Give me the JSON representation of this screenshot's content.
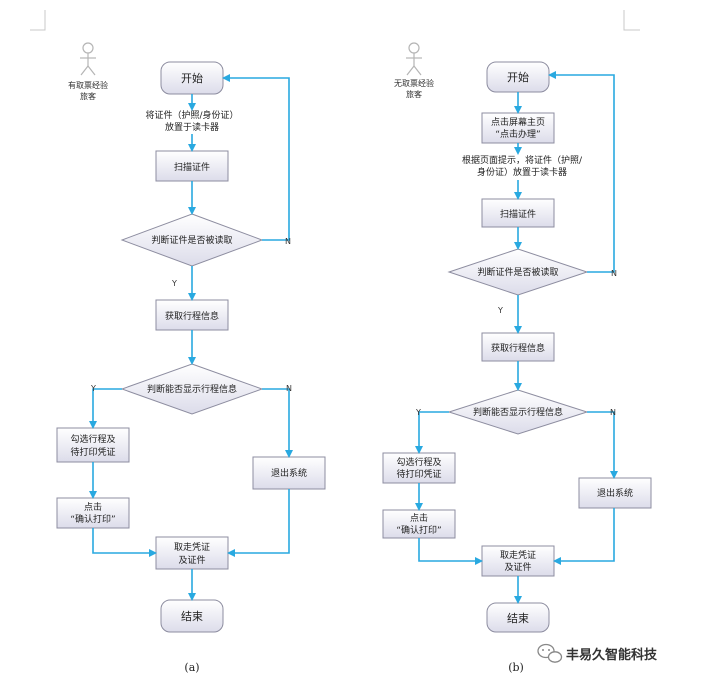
{
  "diagram_a": {
    "actor_label_1": "有取票经验",
    "actor_label_2": "旅客",
    "start": "开始",
    "note_1": "将证件（护照/身份证）",
    "note_2": "放置于读卡器",
    "scan": "扫描证件",
    "decision_read": "判断证件是否被读取",
    "get_trip": "获取行程信息",
    "decision_show": "判断能否显示行程信息",
    "select_1": "勾选行程及",
    "select_2": "待打印凭证",
    "click_1": "点击",
    "click_2": "“确认打印”",
    "exit": "退出系统",
    "collect_1": "取走凭证",
    "collect_2": "及证件",
    "end": "结束",
    "yes": "Y",
    "no": "N",
    "caption": "(a)"
  },
  "diagram_b": {
    "actor_label_1": "无取票经验",
    "actor_label_2": "旅客",
    "start": "开始",
    "home_1": "点击屏幕主页",
    "home_2": "“点击办理”",
    "note_1": "根据页面提示，将证件（护照/",
    "note_2": "身份证）放置于读卡器",
    "scan": "扫描证件",
    "decision_read": "判断证件是否被读取",
    "get_trip": "获取行程信息",
    "decision_show": "判断能否显示行程信息",
    "select_1": "勾选行程及",
    "select_2": "待打印凭证",
    "click_1": "点击",
    "click_2": "“确认打印”",
    "exit": "退出系统",
    "collect_1": "取走凭证",
    "collect_2": "及证件",
    "end": "结束",
    "yes": "Y",
    "no": "N",
    "caption": "(b)"
  },
  "watermark": "丰易久智能科技",
  "colors": {
    "flow": "#29a9e0",
    "box_top": "#ffffff",
    "box_bottom": "#dcdcea",
    "stroke": "#8d8da0"
  }
}
